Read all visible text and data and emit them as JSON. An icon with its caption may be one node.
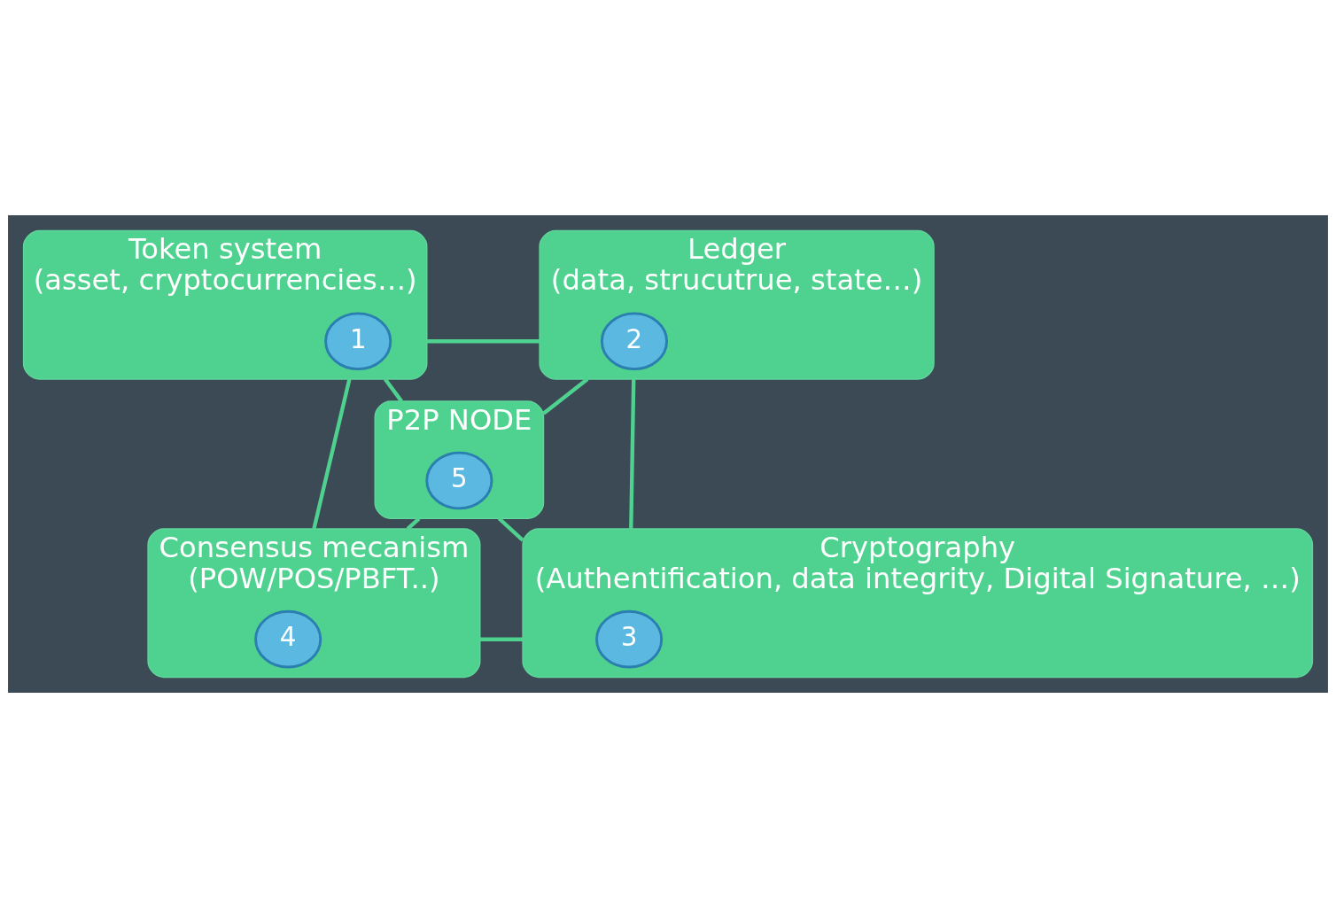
{
  "diagram": {
    "nodes": [
      {
        "text": [
          "Token system",
          "(asset, cryptocurrencies…)"
        ]
      },
      {
        "text": [
          "1"
        ],
        "in": 0
      },
      {
        "text": [
          "Ledger",
          "(data, strucutrue, state…)"
        ]
      },
      {
        "text": [
          "2"
        ],
        "in": 2
      },
      {
        "text": [
          "P2P NODE"
        ]
      },
      {
        "text": [
          "5"
        ],
        "in": 4
      },
      {
        "text": [
          "Consensus mecanism",
          "(POW/POS/PBFT..)"
        ]
      },
      {
        "text": [
          "4"
        ],
        "in": 6
      },
      {
        "text": [
          "Cryptography",
          "(Authentification, data integrity, Digital Signature, …)"
        ]
      },
      {
        "text": [
          "3"
        ],
        "in": 8
      }
    ],
    "edges": [
      {
        "from": 0,
        "to": 2,
        "arrow": "none"
      },
      {
        "from": 0,
        "to": 4,
        "arrow": "none"
      },
      {
        "from": 2,
        "to": 4,
        "arrow": "none"
      },
      {
        "from": 0,
        "to": 6,
        "arrow": "none"
      },
      {
        "from": 2,
        "to": 8,
        "arrow": "none"
      },
      {
        "from": 4,
        "to": 6,
        "arrow": "none"
      },
      {
        "from": 4,
        "to": 8,
        "arrow": "none"
      },
      {
        "from": 6,
        "to": 8,
        "arrow": "none"
      }
    ]
  }
}
